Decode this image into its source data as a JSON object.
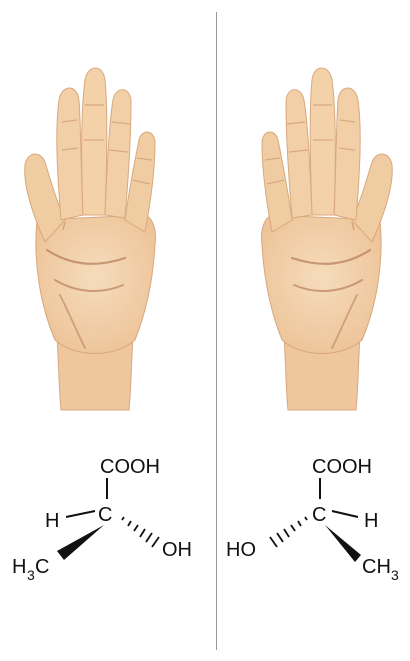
{
  "left_molecule": {
    "top_group": "COOH",
    "center": "C",
    "left_atom": "H",
    "right_group": "OH",
    "bottom_group_main": "H",
    "bottom_group_sub": "3",
    "bottom_group_end": "C"
  },
  "right_molecule": {
    "top_group": "COOH",
    "center": "C",
    "left_group": "HO",
    "right_atom": "H",
    "bottom_group_main": "CH",
    "bottom_group_sub": "3"
  },
  "colors": {
    "skin": "#F2CFA6",
    "skin_shade": "#E4B486",
    "skin_line": "#B9805C",
    "mirror_line": "#9a9a9a"
  },
  "icons": [
    "left-hand-icon",
    "right-hand-icon"
  ]
}
